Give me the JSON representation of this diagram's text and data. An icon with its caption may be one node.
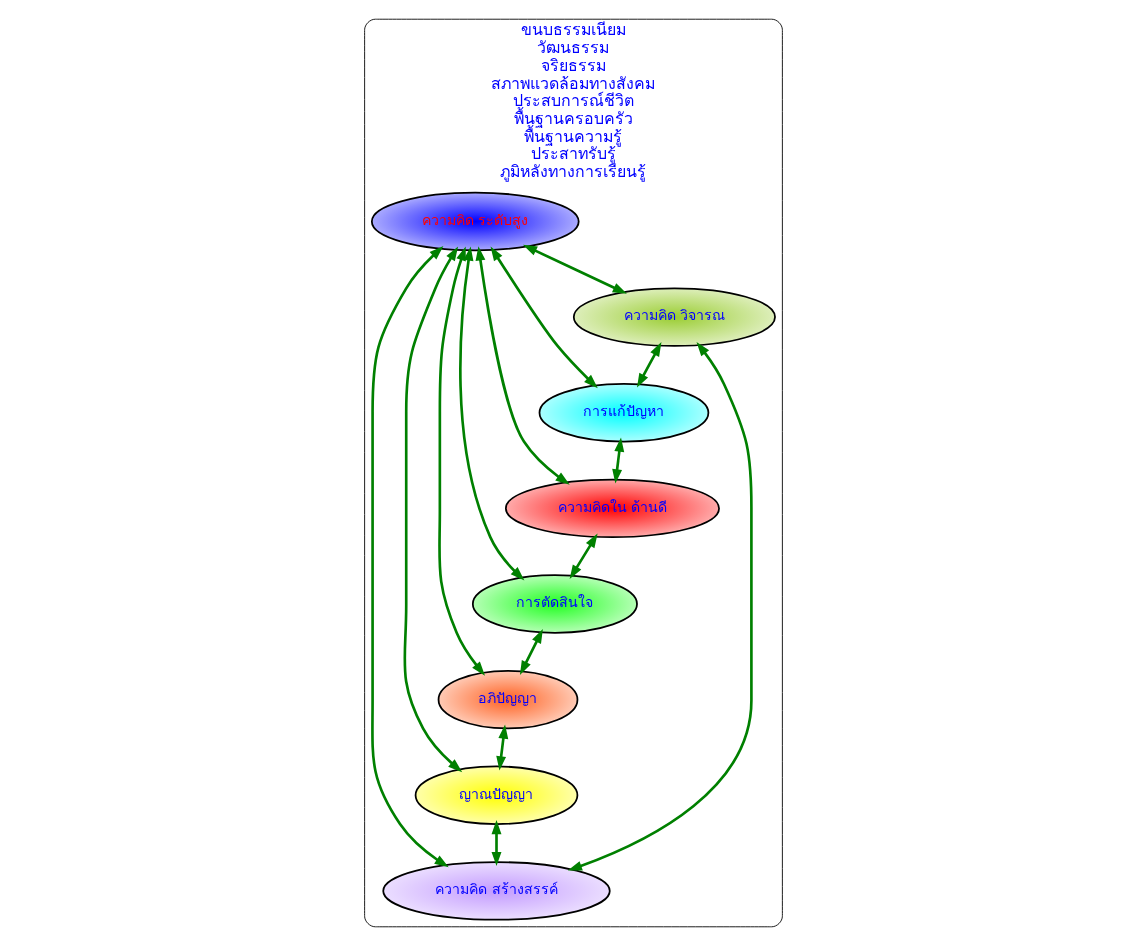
{
  "diagram": {
    "nodes": [
      {
        "text": [
          "ขนบธรรมเนียม",
          "วัฒนธรรม",
          "จริยธรรม",
          "สภาพแวดล้อมทางสังคม",
          "ประสบการณ์ชีวิต",
          "พื้นฐานครอบครัว",
          "พื้นฐานความรู้",
          "ประสาทรับรู้",
          "ภูมิหลังทางการเรียนรู้"
        ]
      },
      {
        "text": [
          "ความคิด วิจารณ"
        ],
        "in": 0
      },
      {
        "text": [
          "ความคิด สร้างสรรค์"
        ],
        "in": 0
      },
      {
        "text": [
          "การแก้ปัญหา"
        ],
        "in": 0
      },
      {
        "text": [
          "ความคิด ระดับสูง"
        ],
        "in": 0
      },
      {
        "text": [
          "ความคิดใน ด้านดี"
        ],
        "in": 0
      },
      {
        "text": [
          "ญาณปัญญา"
        ],
        "in": 0
      },
      {
        "text": [
          "อภิปัญญา"
        ],
        "in": 0
      },
      {
        "text": [
          "การตัดสินใจ"
        ],
        "in": 0
      }
    ],
    "edges": [
      {
        "from": 1,
        "to": 3,
        "arrow": "both"
      },
      {
        "from": 3,
        "to": 5,
        "arrow": "both"
      },
      {
        "from": 5,
        "to": 8,
        "arrow": "both"
      },
      {
        "from": 8,
        "to": 7,
        "arrow": "both"
      },
      {
        "from": 7,
        "to": 6,
        "arrow": "both"
      },
      {
        "from": 6,
        "to": 2,
        "arrow": "both"
      },
      {
        "from": 2,
        "to": 1,
        "arrow": "both"
      },
      {
        "from": 4,
        "to": 1,
        "arrow": "both"
      },
      {
        "from": 4,
        "to": 2,
        "arrow": "both"
      },
      {
        "from": 4,
        "to": 3,
        "arrow": "both"
      },
      {
        "from": 4,
        "to": 5,
        "arrow": "both"
      },
      {
        "from": 4,
        "to": 6,
        "arrow": "both"
      },
      {
        "from": 4,
        "to": 7,
        "arrow": "both"
      },
      {
        "from": 4,
        "to": 8,
        "arrow": "both"
      }
    ]
  }
}
